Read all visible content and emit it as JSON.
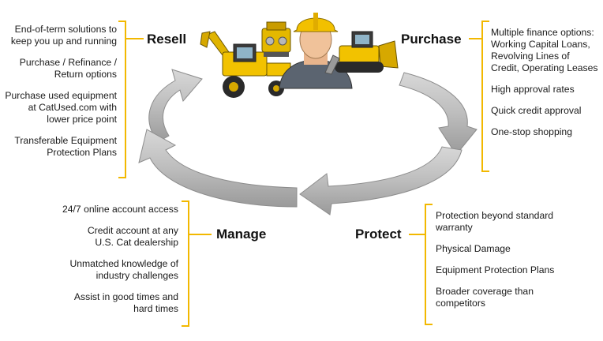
{
  "stages": {
    "resell": {
      "title": "Resell",
      "items": [
        "End-of-term solutions to keep you up and running",
        "Purchase / Refinance / Return options",
        "Purchase used equipment at CatUsed.com with lower price point",
        "Transferable Equipment Protection Plans"
      ]
    },
    "purchase": {
      "title": "Purchase",
      "items": [
        "Multiple finance options: Working Capital Loans, Revolving Lines of Credit, Operating Leases",
        "High approval rates",
        "Quick credit approval",
        "One-stop shopping"
      ]
    },
    "manage": {
      "title": "Manage",
      "items": [
        "24/7 online account access",
        "Credit account at any U.S. Cat dealership",
        "Unmatched knowledge of industry challenges",
        "Assist in good times and hard times"
      ]
    },
    "protect": {
      "title": "Protect",
      "items": [
        "Protection beyond standard warranty",
        "Physical Damage",
        "Equipment Protection Plans",
        "Broader coverage than competitors"
      ]
    }
  },
  "colors": {
    "accent": "#f2b800",
    "arrow": "#b8b8b8",
    "arrow_dark": "#8c8c8c",
    "machine_yellow": "#f2c200"
  },
  "icons": [
    "backhoe-loader-icon",
    "engine-icon",
    "worker-hardhat-icon",
    "bulldozer-icon"
  ]
}
